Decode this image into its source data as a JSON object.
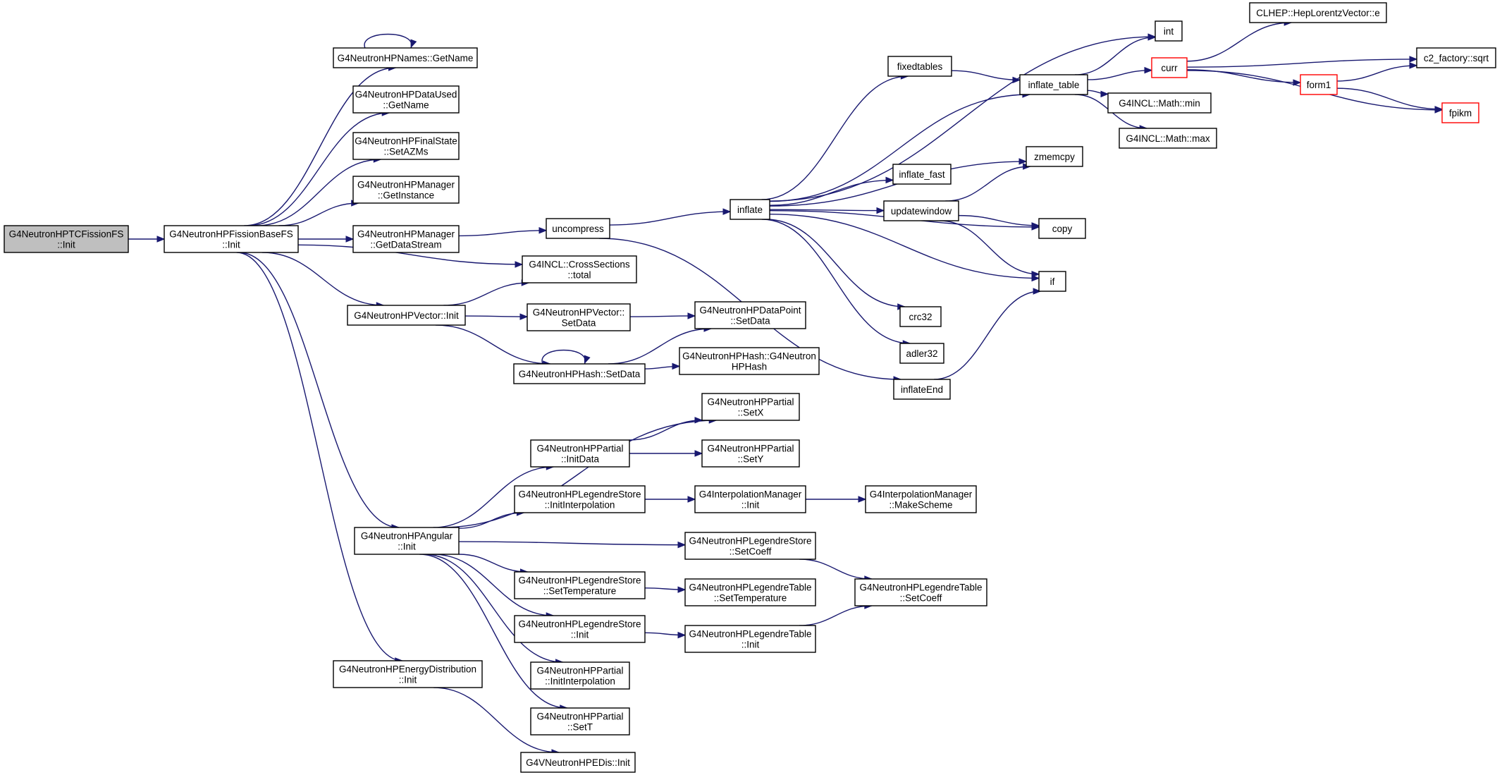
{
  "colors": {
    "edge": "#191970",
    "node_border": "#000000",
    "root_fill": "#bfbfbf",
    "truncated_border": "#ff0000"
  },
  "nodes": [
    {
      "id": "root",
      "lines": [
        "G4NeutronHPTCFissionFS",
        "::Init"
      ],
      "style": "root"
    },
    {
      "id": "baseInit",
      "lines": [
        "G4NeutronHPFissionBaseFS",
        "::Init"
      ]
    },
    {
      "id": "namesGet",
      "lines": [
        "G4NeutronHPNames::GetName"
      ]
    },
    {
      "id": "dataUsedGet",
      "lines": [
        "G4NeutronHPDataUsed",
        "::GetName"
      ]
    },
    {
      "id": "finalSetAZ",
      "lines": [
        "G4NeutronHPFinalState",
        "::SetAZMs"
      ]
    },
    {
      "id": "mgrInst",
      "lines": [
        "G4NeutronHPManager",
        "::GetInstance"
      ]
    },
    {
      "id": "mgrStream",
      "lines": [
        "G4NeutronHPManager",
        "::GetDataStream"
      ]
    },
    {
      "id": "uncompress",
      "lines": [
        "uncompress"
      ]
    },
    {
      "id": "inflate",
      "lines": [
        "inflate"
      ]
    },
    {
      "id": "fixedtables",
      "lines": [
        "fixedtables"
      ]
    },
    {
      "id": "inflateTable",
      "lines": [
        "inflate_table"
      ]
    },
    {
      "id": "int",
      "lines": [
        "int"
      ]
    },
    {
      "id": "curr",
      "lines": [
        "curr"
      ],
      "style": "trunc"
    },
    {
      "id": "clhep",
      "lines": [
        "CLHEP::HepLorentzVector::e"
      ]
    },
    {
      "id": "c2sqrt",
      "lines": [
        "c2_factory::sqrt"
      ]
    },
    {
      "id": "form1",
      "lines": [
        "form1"
      ],
      "style": "trunc"
    },
    {
      "id": "fpikm",
      "lines": [
        "fpikm"
      ],
      "style": "trunc"
    },
    {
      "id": "mathMin",
      "lines": [
        "G4INCL::Math::min"
      ]
    },
    {
      "id": "mathMax",
      "lines": [
        "G4INCL::Math::max"
      ]
    },
    {
      "id": "zmemcpy",
      "lines": [
        "zmemcpy"
      ]
    },
    {
      "id": "inflateFast",
      "lines": [
        "inflate_fast"
      ]
    },
    {
      "id": "updatewindow",
      "lines": [
        "updatewindow"
      ]
    },
    {
      "id": "copy",
      "lines": [
        "copy"
      ]
    },
    {
      "id": "if",
      "lines": [
        "if"
      ]
    },
    {
      "id": "crc32",
      "lines": [
        "crc32"
      ]
    },
    {
      "id": "adler32",
      "lines": [
        "adler32"
      ]
    },
    {
      "id": "inflateEnd",
      "lines": [
        "inflateEnd"
      ]
    },
    {
      "id": "xsTotal",
      "lines": [
        "G4INCL::CrossSections",
        "::total"
      ]
    },
    {
      "id": "vecInit",
      "lines": [
        "G4NeutronHPVector::Init"
      ]
    },
    {
      "id": "vecSetData",
      "lines": [
        "G4NeutronHPVector::",
        "SetData"
      ]
    },
    {
      "id": "dpSetData",
      "lines": [
        "G4NeutronHPDataPoint",
        "::SetData"
      ]
    },
    {
      "id": "hashSetData",
      "lines": [
        "G4NeutronHPHash::SetData"
      ]
    },
    {
      "id": "hashCtor",
      "lines": [
        "G4NeutronHPHash::G4Neutron",
        "HPHash"
      ]
    },
    {
      "id": "partSetX",
      "lines": [
        "G4NeutronHPPartial",
        "::SetX"
      ]
    },
    {
      "id": "partInitData",
      "lines": [
        "G4NeutronHPPartial",
        "::InitData"
      ]
    },
    {
      "id": "partSetY",
      "lines": [
        "G4NeutronHPPartial",
        "::SetY"
      ]
    },
    {
      "id": "legInterp",
      "lines": [
        "G4NeutronHPLegendreStore",
        "::InitInterpolation"
      ]
    },
    {
      "id": "interpInit",
      "lines": [
        "G4InterpolationManager",
        "::Init"
      ]
    },
    {
      "id": "interpScheme",
      "lines": [
        "G4InterpolationManager",
        "::MakeScheme"
      ]
    },
    {
      "id": "angInit",
      "lines": [
        "G4NeutronHPAngular",
        "::Init"
      ]
    },
    {
      "id": "legSetCoeff",
      "lines": [
        "G4NeutronHPLegendreStore",
        "::SetCoeff"
      ]
    },
    {
      "id": "legTblSetCoeff",
      "lines": [
        "G4NeutronHPLegendreTable",
        "::SetCoeff"
      ]
    },
    {
      "id": "legSetTemp",
      "lines": [
        "G4NeutronHPLegendreStore",
        "::SetTemperature"
      ]
    },
    {
      "id": "legTblSetTemp",
      "lines": [
        "G4NeutronHPLegendreTable",
        "::SetTemperature"
      ]
    },
    {
      "id": "legInit",
      "lines": [
        "G4NeutronHPLegendreStore",
        "::Init"
      ]
    },
    {
      "id": "legTblInit",
      "lines": [
        "G4NeutronHPLegendreTable",
        "::Init"
      ]
    },
    {
      "id": "partInitInterp",
      "lines": [
        "G4NeutronHPPartial",
        "::InitInterpolation"
      ]
    },
    {
      "id": "partSetT",
      "lines": [
        "G4NeutronHPPartial",
        "::SetT"
      ]
    },
    {
      "id": "energyInit",
      "lines": [
        "G4NeutronHPEnergyDistribution",
        "::Init"
      ]
    },
    {
      "id": "edisInit",
      "lines": [
        "G4VNeutronHPEDis::Init"
      ]
    }
  ],
  "edges": [
    [
      "root",
      "baseInit"
    ],
    [
      "baseInit",
      "namesGet"
    ],
    [
      "baseInit",
      "dataUsedGet"
    ],
    [
      "baseInit",
      "finalSetAZ"
    ],
    [
      "baseInit",
      "mgrInst"
    ],
    [
      "baseInit",
      "mgrStream"
    ],
    [
      "baseInit",
      "xsTotal"
    ],
    [
      "baseInit",
      "vecInit"
    ],
    [
      "baseInit",
      "angInit"
    ],
    [
      "baseInit",
      "energyInit"
    ],
    [
      "namesGet",
      "namesGet"
    ],
    [
      "mgrStream",
      "uncompress"
    ],
    [
      "uncompress",
      "inflate"
    ],
    [
      "uncompress",
      "inflateEnd"
    ],
    [
      "inflate",
      "int"
    ],
    [
      "inflate",
      "fixedtables"
    ],
    [
      "inflate",
      "inflateTable"
    ],
    [
      "inflate",
      "zmemcpy"
    ],
    [
      "inflate",
      "inflateFast"
    ],
    [
      "inflate",
      "updatewindow"
    ],
    [
      "inflate",
      "copy"
    ],
    [
      "inflate",
      "if"
    ],
    [
      "inflate",
      "crc32"
    ],
    [
      "inflate",
      "adler32"
    ],
    [
      "fixedtables",
      "inflateTable"
    ],
    [
      "inflateTable",
      "int"
    ],
    [
      "inflateTable",
      "curr"
    ],
    [
      "inflateTable",
      "mathMin"
    ],
    [
      "inflateTable",
      "mathMax"
    ],
    [
      "curr",
      "clhep"
    ],
    [
      "curr",
      "c2sqrt"
    ],
    [
      "curr",
      "form1"
    ],
    [
      "curr",
      "fpikm"
    ],
    [
      "form1",
      "c2sqrt"
    ],
    [
      "form1",
      "fpikm"
    ],
    [
      "updatewindow",
      "zmemcpy"
    ],
    [
      "updatewindow",
      "copy"
    ],
    [
      "updatewindow",
      "if"
    ],
    [
      "inflateEnd",
      "if"
    ],
    [
      "vecInit",
      "xsTotal"
    ],
    [
      "vecInit",
      "vecSetData"
    ],
    [
      "vecInit",
      "hashSetData"
    ],
    [
      "vecSetData",
      "dpSetData"
    ],
    [
      "hashSetData",
      "hashSetData"
    ],
    [
      "hashSetData",
      "dpSetData"
    ],
    [
      "hashSetData",
      "hashCtor"
    ],
    [
      "angInit",
      "partSetX"
    ],
    [
      "angInit",
      "partInitData"
    ],
    [
      "angInit",
      "legInterp"
    ],
    [
      "angInit",
      "legSetCoeff"
    ],
    [
      "angInit",
      "legSetTemp"
    ],
    [
      "angInit",
      "legInit"
    ],
    [
      "angInit",
      "partInitInterp"
    ],
    [
      "angInit",
      "partSetT"
    ],
    [
      "partInitData",
      "partSetX"
    ],
    [
      "partInitData",
      "partSetY"
    ],
    [
      "legInterp",
      "interpInit"
    ],
    [
      "interpInit",
      "interpScheme"
    ],
    [
      "legSetCoeff",
      "legTblSetCoeff"
    ],
    [
      "legSetTemp",
      "legTblSetTemp"
    ],
    [
      "legInit",
      "legTblInit"
    ],
    [
      "legTblInit",
      "legTblSetCoeff"
    ],
    [
      "energyInit",
      "edisInit"
    ]
  ]
}
